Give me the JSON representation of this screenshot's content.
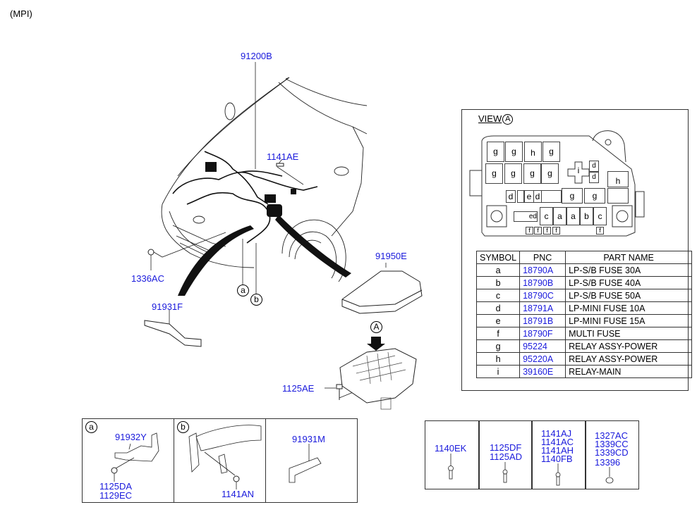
{
  "header": {
    "variant_label": "(MPI)"
  },
  "main_diagram": {
    "labels": {
      "harness": "91200B",
      "bolt_top": "1141AE",
      "grommet": "1336AC",
      "bracket": "91931F",
      "cover": "91950E",
      "box_bolt": "1125AE",
      "callout_a": "a",
      "callout_b": "b",
      "view_marker": "A"
    }
  },
  "view_panel": {
    "title": "VIEW",
    "marker": "A",
    "fuse_symbols": {
      "row1": [
        "g",
        "g",
        "h",
        "g"
      ],
      "row2": [
        "g",
        "g",
        "g",
        "g"
      ],
      "relay_main": "i",
      "side_h": "h",
      "row3_small": [
        "d",
        "e",
        "d"
      ],
      "row3_relays": [
        "g",
        "g"
      ],
      "row4": [
        "c",
        "a",
        "a",
        "b",
        "c"
      ],
      "row4_small": "ed",
      "vertical_d": [
        "d",
        "d"
      ],
      "multi": [
        "f",
        "f",
        "f",
        "f",
        "f"
      ]
    },
    "table": {
      "headers": [
        "SYMBOL",
        "PNC",
        "PART NAME"
      ],
      "rows": [
        {
          "symbol": "a",
          "pnc": "18790A",
          "name": "LP-S/B FUSE 30A"
        },
        {
          "symbol": "b",
          "pnc": "18790B",
          "name": "LP-S/B FUSE 40A"
        },
        {
          "symbol": "c",
          "pnc": "18790C",
          "name": "LP-S/B FUSE 50A"
        },
        {
          "symbol": "d",
          "pnc": "18791A",
          "name": "LP-MINI FUSE 10A"
        },
        {
          "symbol": "e",
          "pnc": "18791B",
          "name": "LP-MINI FUSE 15A"
        },
        {
          "symbol": "f",
          "pnc": "18790F",
          "name": "MULTI FUSE"
        },
        {
          "symbol": "g",
          "pnc": "95224",
          "name": "RELAY ASSY-POWER"
        },
        {
          "symbol": "h",
          "pnc": "95220A",
          "name": "RELAY ASSY-POWER"
        },
        {
          "symbol": "i",
          "pnc": "39160E",
          "name": "RELAY-MAIN"
        }
      ]
    }
  },
  "detail_panels": [
    {
      "callout": "a",
      "labels": [
        "91932Y",
        "1125DA",
        "1129EC"
      ]
    },
    {
      "callout": "b",
      "labels": [
        "1141AN"
      ]
    },
    {
      "callout": "",
      "labels": [
        "91931M"
      ]
    }
  ],
  "fastener_panels": [
    {
      "labels": [
        "1140EK"
      ]
    },
    {
      "labels": [
        "1125DF",
        "1125AD"
      ]
    },
    {
      "labels": [
        "1141AJ",
        "1141AC",
        "1141AH",
        "1140FB"
      ]
    },
    {
      "labels": [
        "1327AC",
        "1339CC",
        "1339CD",
        "13396"
      ]
    }
  ]
}
